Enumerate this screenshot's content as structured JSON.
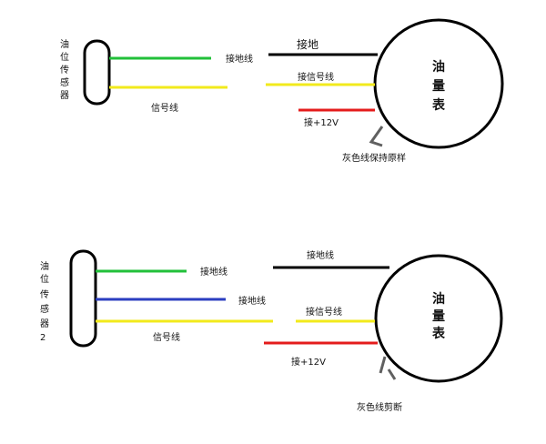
{
  "colors": {
    "ground": "#000000",
    "green": "#22c03a",
    "yellow": "#f2ea1c",
    "blue": "#2b3ec0",
    "red": "#e41c1c",
    "gray": "#606060"
  },
  "diagram1": {
    "sensor_label": [
      "油",
      "位",
      "传",
      "感",
      "器"
    ],
    "gauge_label": [
      "油",
      "量",
      "表"
    ],
    "sensor_ground_label": "接地线",
    "sensor_signal_label": "信号线",
    "gauge_ground_label": "接地",
    "gauge_signal_label": "接信号线",
    "gauge_power_label": "接+12V",
    "gray_wire_note": "灰色线保持原样"
  },
  "diagram2": {
    "sensor_label": [
      "油",
      "位",
      "传",
      "感",
      "器",
      "2"
    ],
    "gauge_label": [
      "油",
      "量",
      "表"
    ],
    "sensor_green_label": "接地线",
    "sensor_blue_label": "接地线",
    "sensor_signal_label": "信号线",
    "gauge_ground_label": "接地线",
    "gauge_signal_label": "接信号线",
    "gauge_power_label": "接+12V",
    "gray_wire_note": "灰色线剪断"
  }
}
